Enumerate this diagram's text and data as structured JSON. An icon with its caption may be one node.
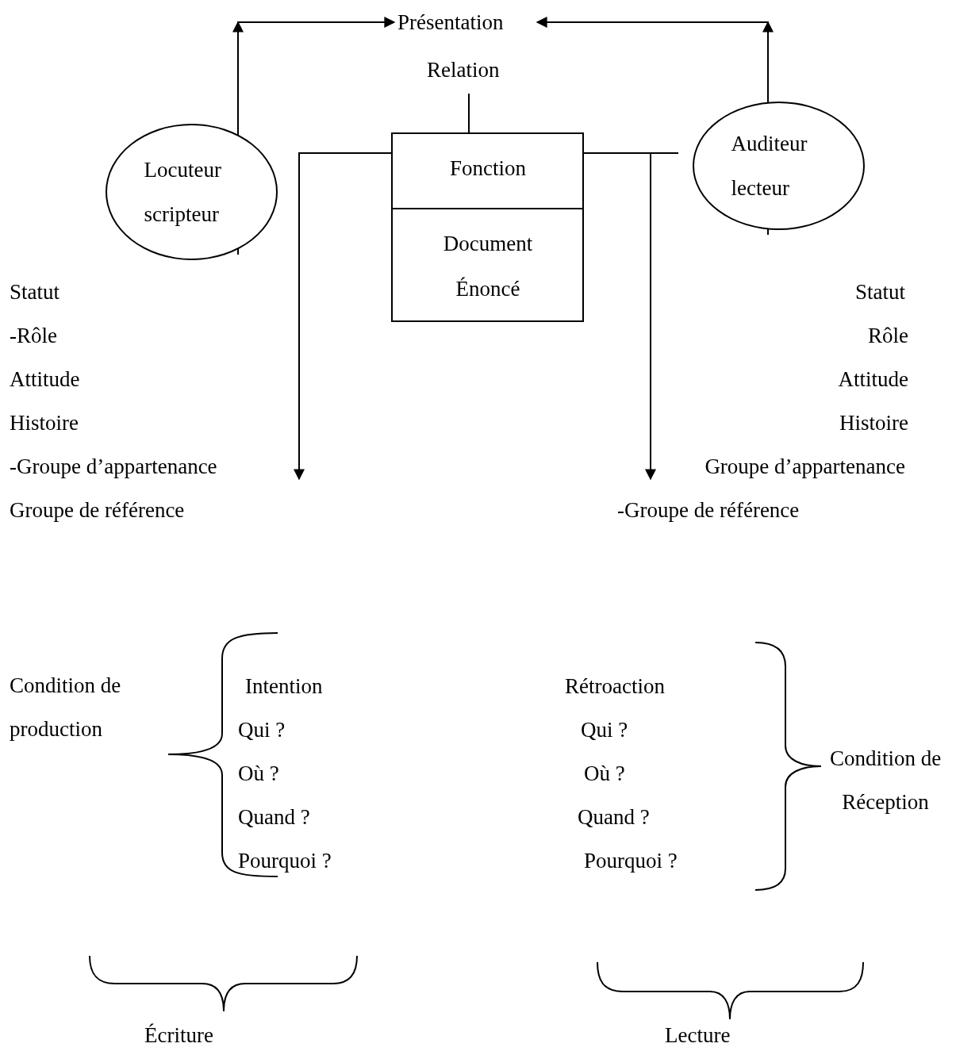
{
  "diagram": {
    "nodes": [
      {
        "text": [
          "Présentation"
        ]
      },
      {
        "text": [
          "Relation"
        ]
      },
      {
        "text": [
          "Locuteur scripteur"
        ]
      },
      {
        "text": [
          "Fonction",
          "Document Énoncé"
        ]
      },
      {
        "text": [
          "Auditeur lecteur"
        ]
      },
      {
        "text": [
          "Statut",
          "-Rôle",
          "Attitude",
          "Histoire",
          "-Groupe d’appartenance",
          "Groupe de référence"
        ]
      },
      {
        "text": [
          "Statut",
          "Rôle",
          "Attitude",
          "Histoire",
          "Groupe d’appartenance",
          "-Groupe de référence"
        ]
      }
    ],
    "edges": [
      {
        "from": 2,
        "to": 0,
        "arrow": "to"
      },
      {
        "from": 4,
        "to": 0,
        "arrow": "to"
      },
      {
        "from": 1,
        "to": 3,
        "arrow": "none"
      },
      {
        "from": 3,
        "to": 5,
        "arrow": "to"
      },
      {
        "from": 3,
        "to": 6,
        "arrow": "to"
      }
    ],
    "labels": [
      "Condition de production",
      "Intention",
      "Qui ?",
      "Où ?",
      "Quand ?",
      "Pourquoi ?",
      "Rétroaction",
      "Qui ?",
      "Où ?",
      "Quand ?",
      "Pourquoi ?",
      "Condition de Réception",
      "Écriture",
      "Lecture"
    ]
  }
}
